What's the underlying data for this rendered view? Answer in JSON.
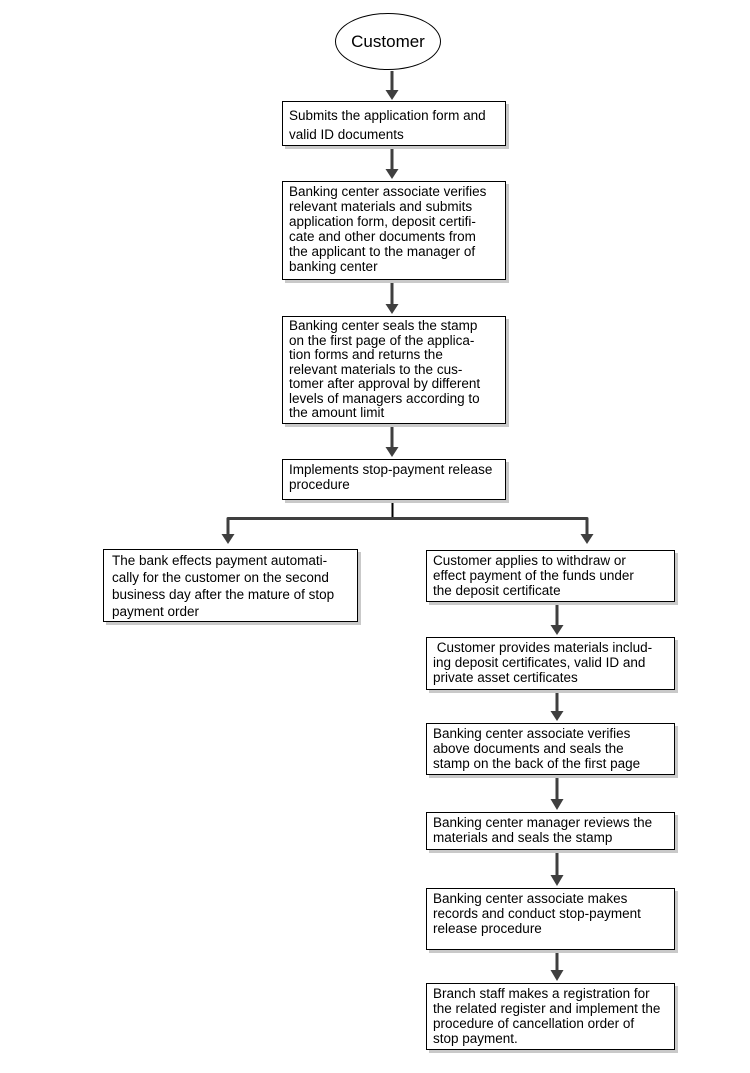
{
  "flowchart": {
    "start": {
      "label": "Customer"
    },
    "nodes": {
      "submit_application": {
        "text": "Submits the application form and\nvalid ID documents"
      },
      "associate_verifies": {
        "text": "Banking center associate verifies\nrelevant materials and submits\napplication form, deposit certifi-\ncate and other documents from\nthe applicant to the manager of\nbanking center"
      },
      "seals_stamp": {
        "text": "Banking center seals the stamp\non the first page of the applica-\ntion forms and returns the\nrelevant materials to the cus-\ntomer after approval by different\nlevels of managers according to\nthe amount limit"
      },
      "implements_release": {
        "text": "Implements stop-payment release\nprocedure"
      },
      "auto_payment": {
        "text": "The bank effects payment automati-\ncally for the customer on the second\nbusiness day after the mature of stop\npayment order"
      },
      "customer_applies": {
        "text": "Customer applies to withdraw or\neffect payment of the funds under\nthe deposit certificate"
      },
      "customer_provides": {
        "text": " Customer provides materials includ-\ning deposit certificates, valid ID and\nprivate asset certificates"
      },
      "associate_verifies_docs": {
        "text": "Banking center associate verifies\nabove documents and seals the\nstamp on the back of the first page"
      },
      "manager_reviews": {
        "text": "Banking center manager reviews the\nmaterials and seals the stamp"
      },
      "associate_records": {
        "text": "Banking center associate makes\nrecords and conduct stop-payment\nrelease procedure"
      },
      "branch_staff": {
        "text": "Branch staff makes a registration for\nthe related register and implement the\nprocedure of cancellation order of\nstop payment."
      }
    },
    "colors": {
      "node_border": "#000000",
      "node_fill": "#ffffff",
      "node_shadow": "#c9c9c9",
      "arrow": "#3f3f3f",
      "background": "#ffffff"
    }
  }
}
